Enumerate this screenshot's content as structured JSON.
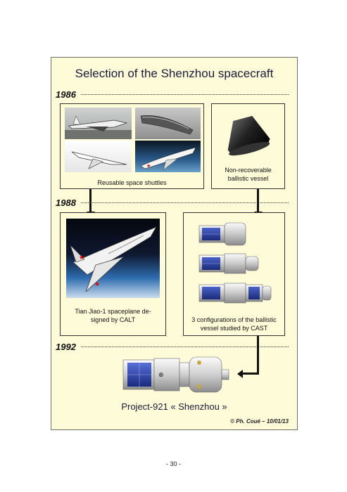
{
  "title": "Selection of the Shenzhou spacecraft",
  "years": {
    "y1986": "1986",
    "y1988": "1988",
    "y1992": "1992"
  },
  "captions": {
    "shuttles": "Reusable space shuttles",
    "ballistic_line1": "Non-recoverable",
    "ballistic_line2": "ballistic vessel",
    "spaceplane_line1": "Tian Jiao-1 spaceplane de-",
    "spaceplane_line2": "signed by CALT",
    "configs_line1": "3 configurations of the ballistic",
    "configs_line2": "vessel studied by CAST",
    "project": "Project-921 « Shenzhou »"
  },
  "credit": "© Ph. Coué – 10/01/13",
  "page_number": "- 30 -"
}
